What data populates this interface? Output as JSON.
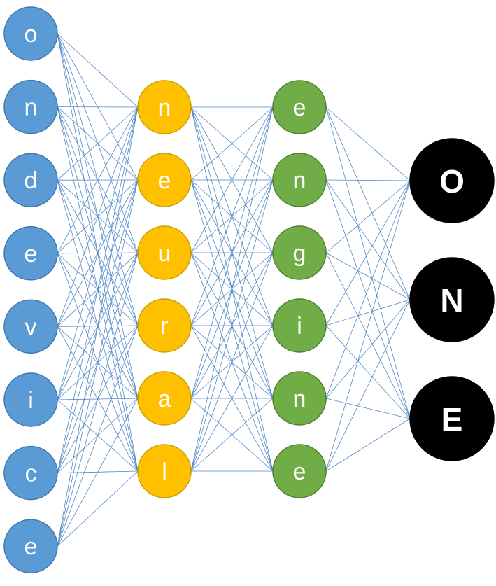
{
  "network": {
    "edge_color": "#4f87c7",
    "layers": [
      {
        "id": "input",
        "labels": [
          "o",
          "n",
          "d",
          "e",
          "v",
          "i",
          "c",
          "e"
        ],
        "fill": "#5b9bd5",
        "stroke": "#3f77ae",
        "label_color": "#ffffff"
      },
      {
        "id": "hidden1",
        "labels": [
          "n",
          "e",
          "u",
          "r",
          "a",
          "l"
        ],
        "fill": "#ffc000",
        "stroke": "#c8a000",
        "label_color": "#ffffff"
      },
      {
        "id": "hidden2",
        "labels": [
          "e",
          "n",
          "g",
          "i",
          "n",
          "e"
        ],
        "fill": "#70ad47",
        "stroke": "#4e7f31",
        "label_color": "#ffffff"
      },
      {
        "id": "output",
        "labels": [
          "O",
          "N",
          "E"
        ],
        "fill": "#000000",
        "stroke": "#000000",
        "label_color": "#ffffff"
      }
    ]
  }
}
